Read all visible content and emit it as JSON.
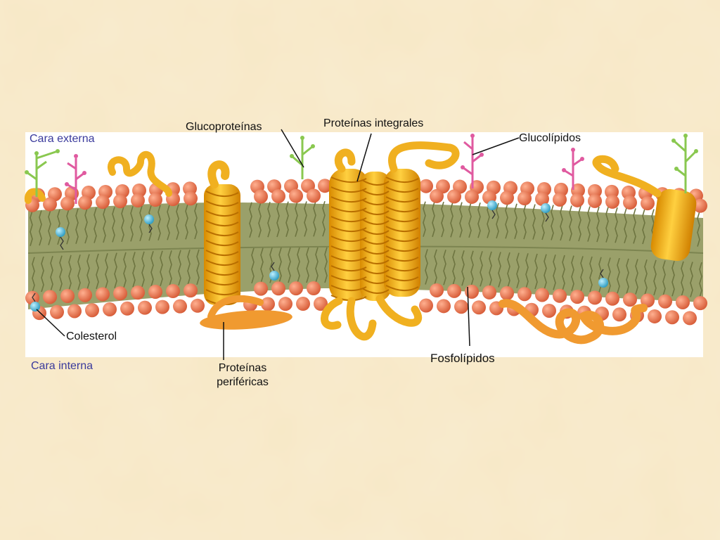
{
  "diagram": {
    "labels": {
      "outer_face": "Cara externa",
      "inner_face": "Cara interna",
      "glycoproteins": "Glucoproteínas",
      "integral_proteins": "Proteínas integrales",
      "glycolipids": "Glucolípidos",
      "cholesterol": "Colesterol",
      "peripheral_proteins_line1": "Proteínas",
      "peripheral_proteins_line2": "periféricas",
      "phospholipids": "Fosfolípidos"
    }
  },
  "colors": {
    "slide_background": "#f7e8c6",
    "phospholipid_head": "#e8704a",
    "lipid_core": "#9aa06a",
    "protein": "#f0b020",
    "peripheral_protein": "#f09a30",
    "cholesterol": "#4fb8d8",
    "glycolipid_chain": "#e05aa0",
    "glycoprotein_chain": "#8ac850",
    "label_blue": "#3a3a9c"
  }
}
